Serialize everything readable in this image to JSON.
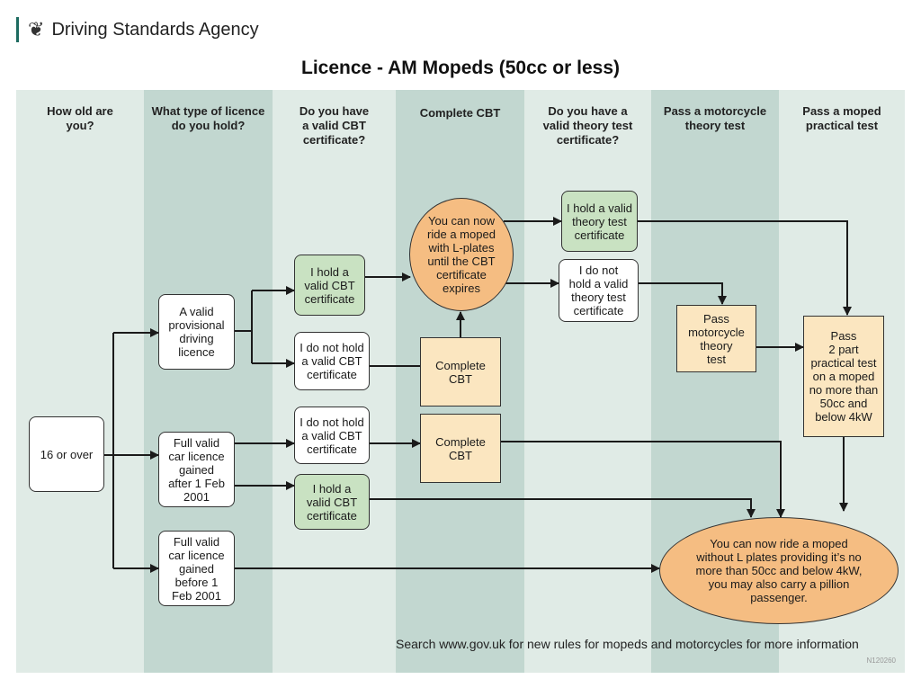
{
  "header": {
    "agency": "Driving Standards Agency",
    "crest_icon": "royal-crest-icon"
  },
  "title": "Licence - AM Mopeds (50cc or less)",
  "columns": [
    "How old are\nyou?",
    "What type of licence\ndo you hold?",
    "Do you have\na valid CBT\ncertificate?",
    "Complete CBT",
    "Do you have a\nvalid theory test\ncertificate?",
    "Pass a motorcycle\ntheory test",
    "Pass a moped\npractical test"
  ],
  "nodes": {
    "age": "16 or over",
    "provisional": "A valid\nprovisional\ndriving\nlicence",
    "car_after": "Full valid\ncar licence\ngained\nafter 1 Feb\n2001",
    "car_before": "Full valid\ncar licence\ngained\nbefore 1\nFeb 2001",
    "cbt_yes_1": "I hold a\nvalid CBT\ncertificate",
    "cbt_no_1": "I do not hold\na valid CBT\ncertificate",
    "cbt_no_2": "I do not hold\na valid CBT\ncertificate",
    "cbt_yes_2": "I hold a\nvalid CBT\ncertificate",
    "complete_cbt_1": "Complete\nCBT",
    "complete_cbt_2": "Complete\nCBT",
    "ride_lplates": "You can now\nride a moped\nwith L-plates\nuntil the CBT\ncertificate\nexpires",
    "theory_yes": "I hold a valid\ntheory test\ncertificate",
    "theory_no": "I do not\nhold a valid\ntheory test\ncertificate",
    "pass_theory": "Pass\nmotorcycle\ntheory\ntest",
    "pass_practical": "Pass\n2 part\npractical test\non a moped\nno more than\n50cc and\nbelow 4kW",
    "ride_final": "You can now ride a moped\nwithout L plates providing it’s no\nmore than 50cc and below 4kW,\nyou may also carry a pillion\npassenger."
  },
  "footer": "Search www.gov.uk for new rules for mopeds and motorcycles for more information",
  "ref": "N120260",
  "colors": {
    "col_light": "#e0ebe6",
    "col_dark": "#c2d7d0",
    "green_box": "#c9e2c2",
    "yellow_box": "#fbe6c0",
    "orange_oval": "#f5bd82"
  }
}
